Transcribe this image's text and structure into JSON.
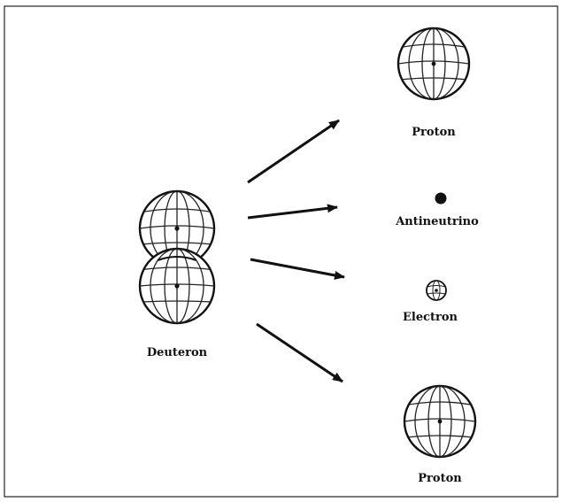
{
  "diagram": {
    "source_particle": {
      "label": "Deuteron"
    },
    "products": [
      {
        "label": "Proton"
      },
      {
        "label": "Antineutrino"
      },
      {
        "label": "Electron"
      },
      {
        "label": "Proton"
      }
    ]
  }
}
